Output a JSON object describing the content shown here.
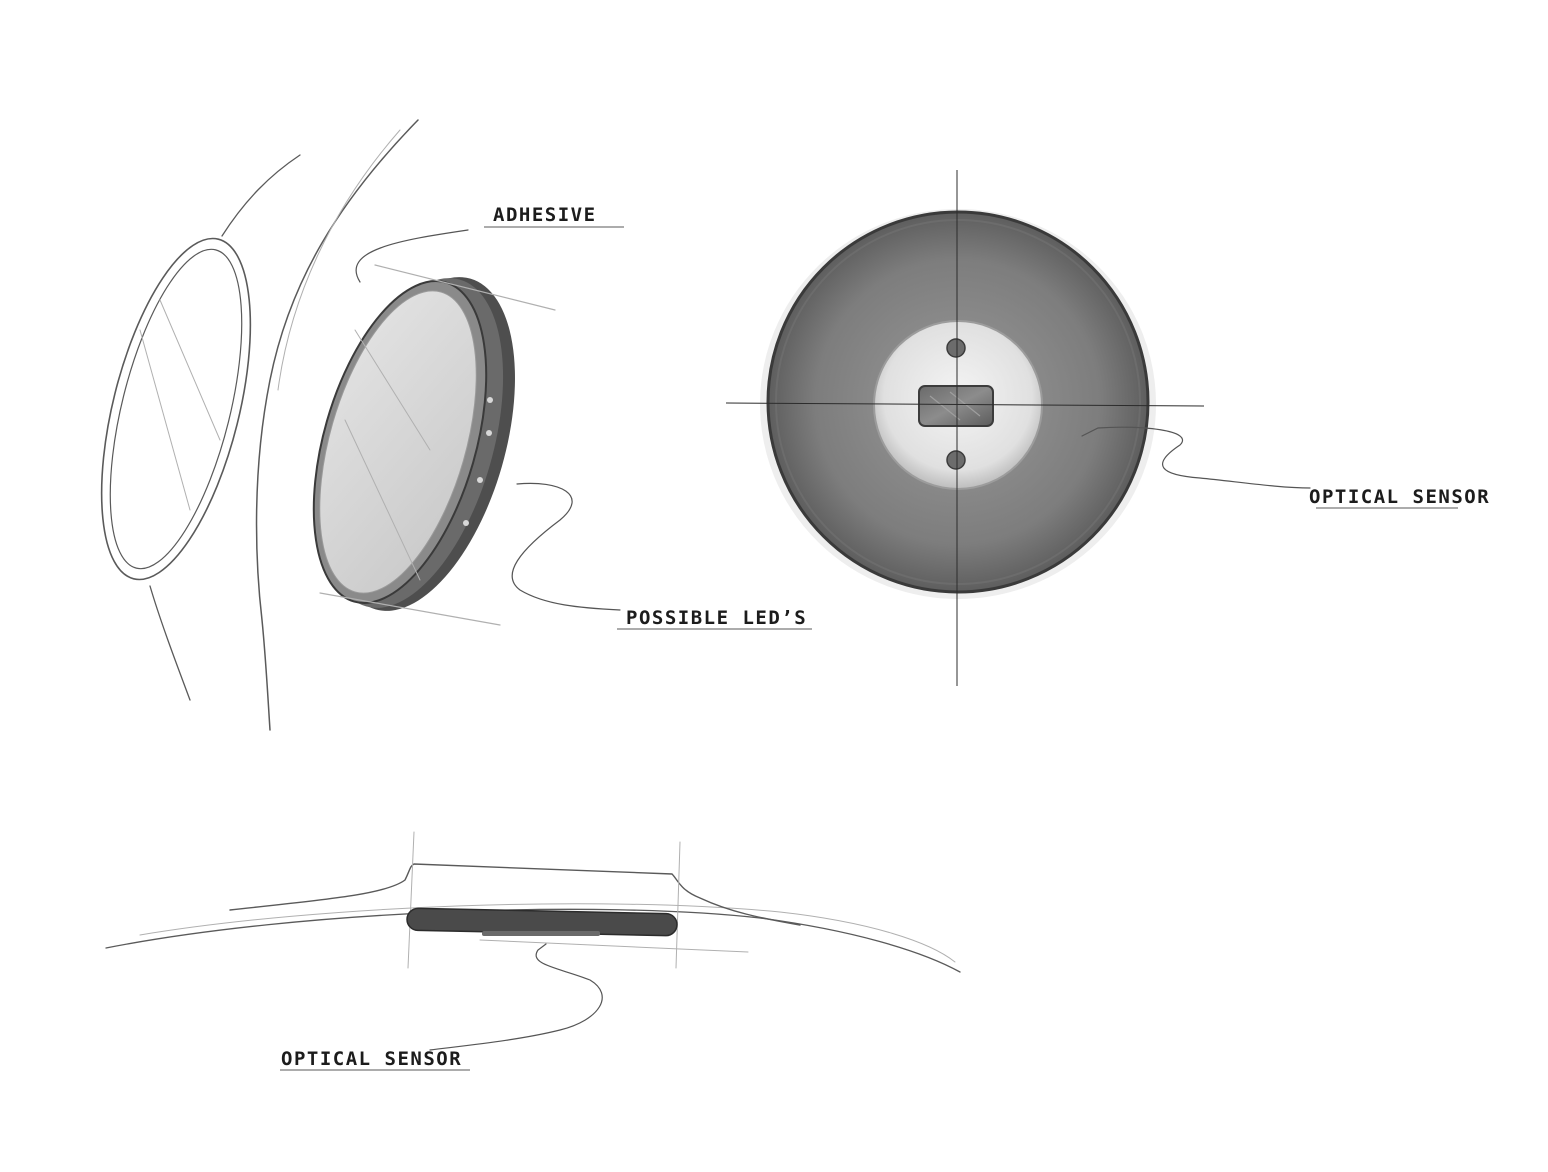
{
  "labels": {
    "adhesive": "ADHESIVE",
    "possible_leds": "POSSIBLE LED’S",
    "optical_sensor_front": "OPTICAL SENSOR",
    "optical_sensor_side": "OPTICAL SENSOR"
  },
  "colors": {
    "ink": "#1c1c1c",
    "disc_body": "#7e7e7e",
    "disc_rim": "#4a4a4a",
    "sensor_window": "#e6e6e6"
  }
}
